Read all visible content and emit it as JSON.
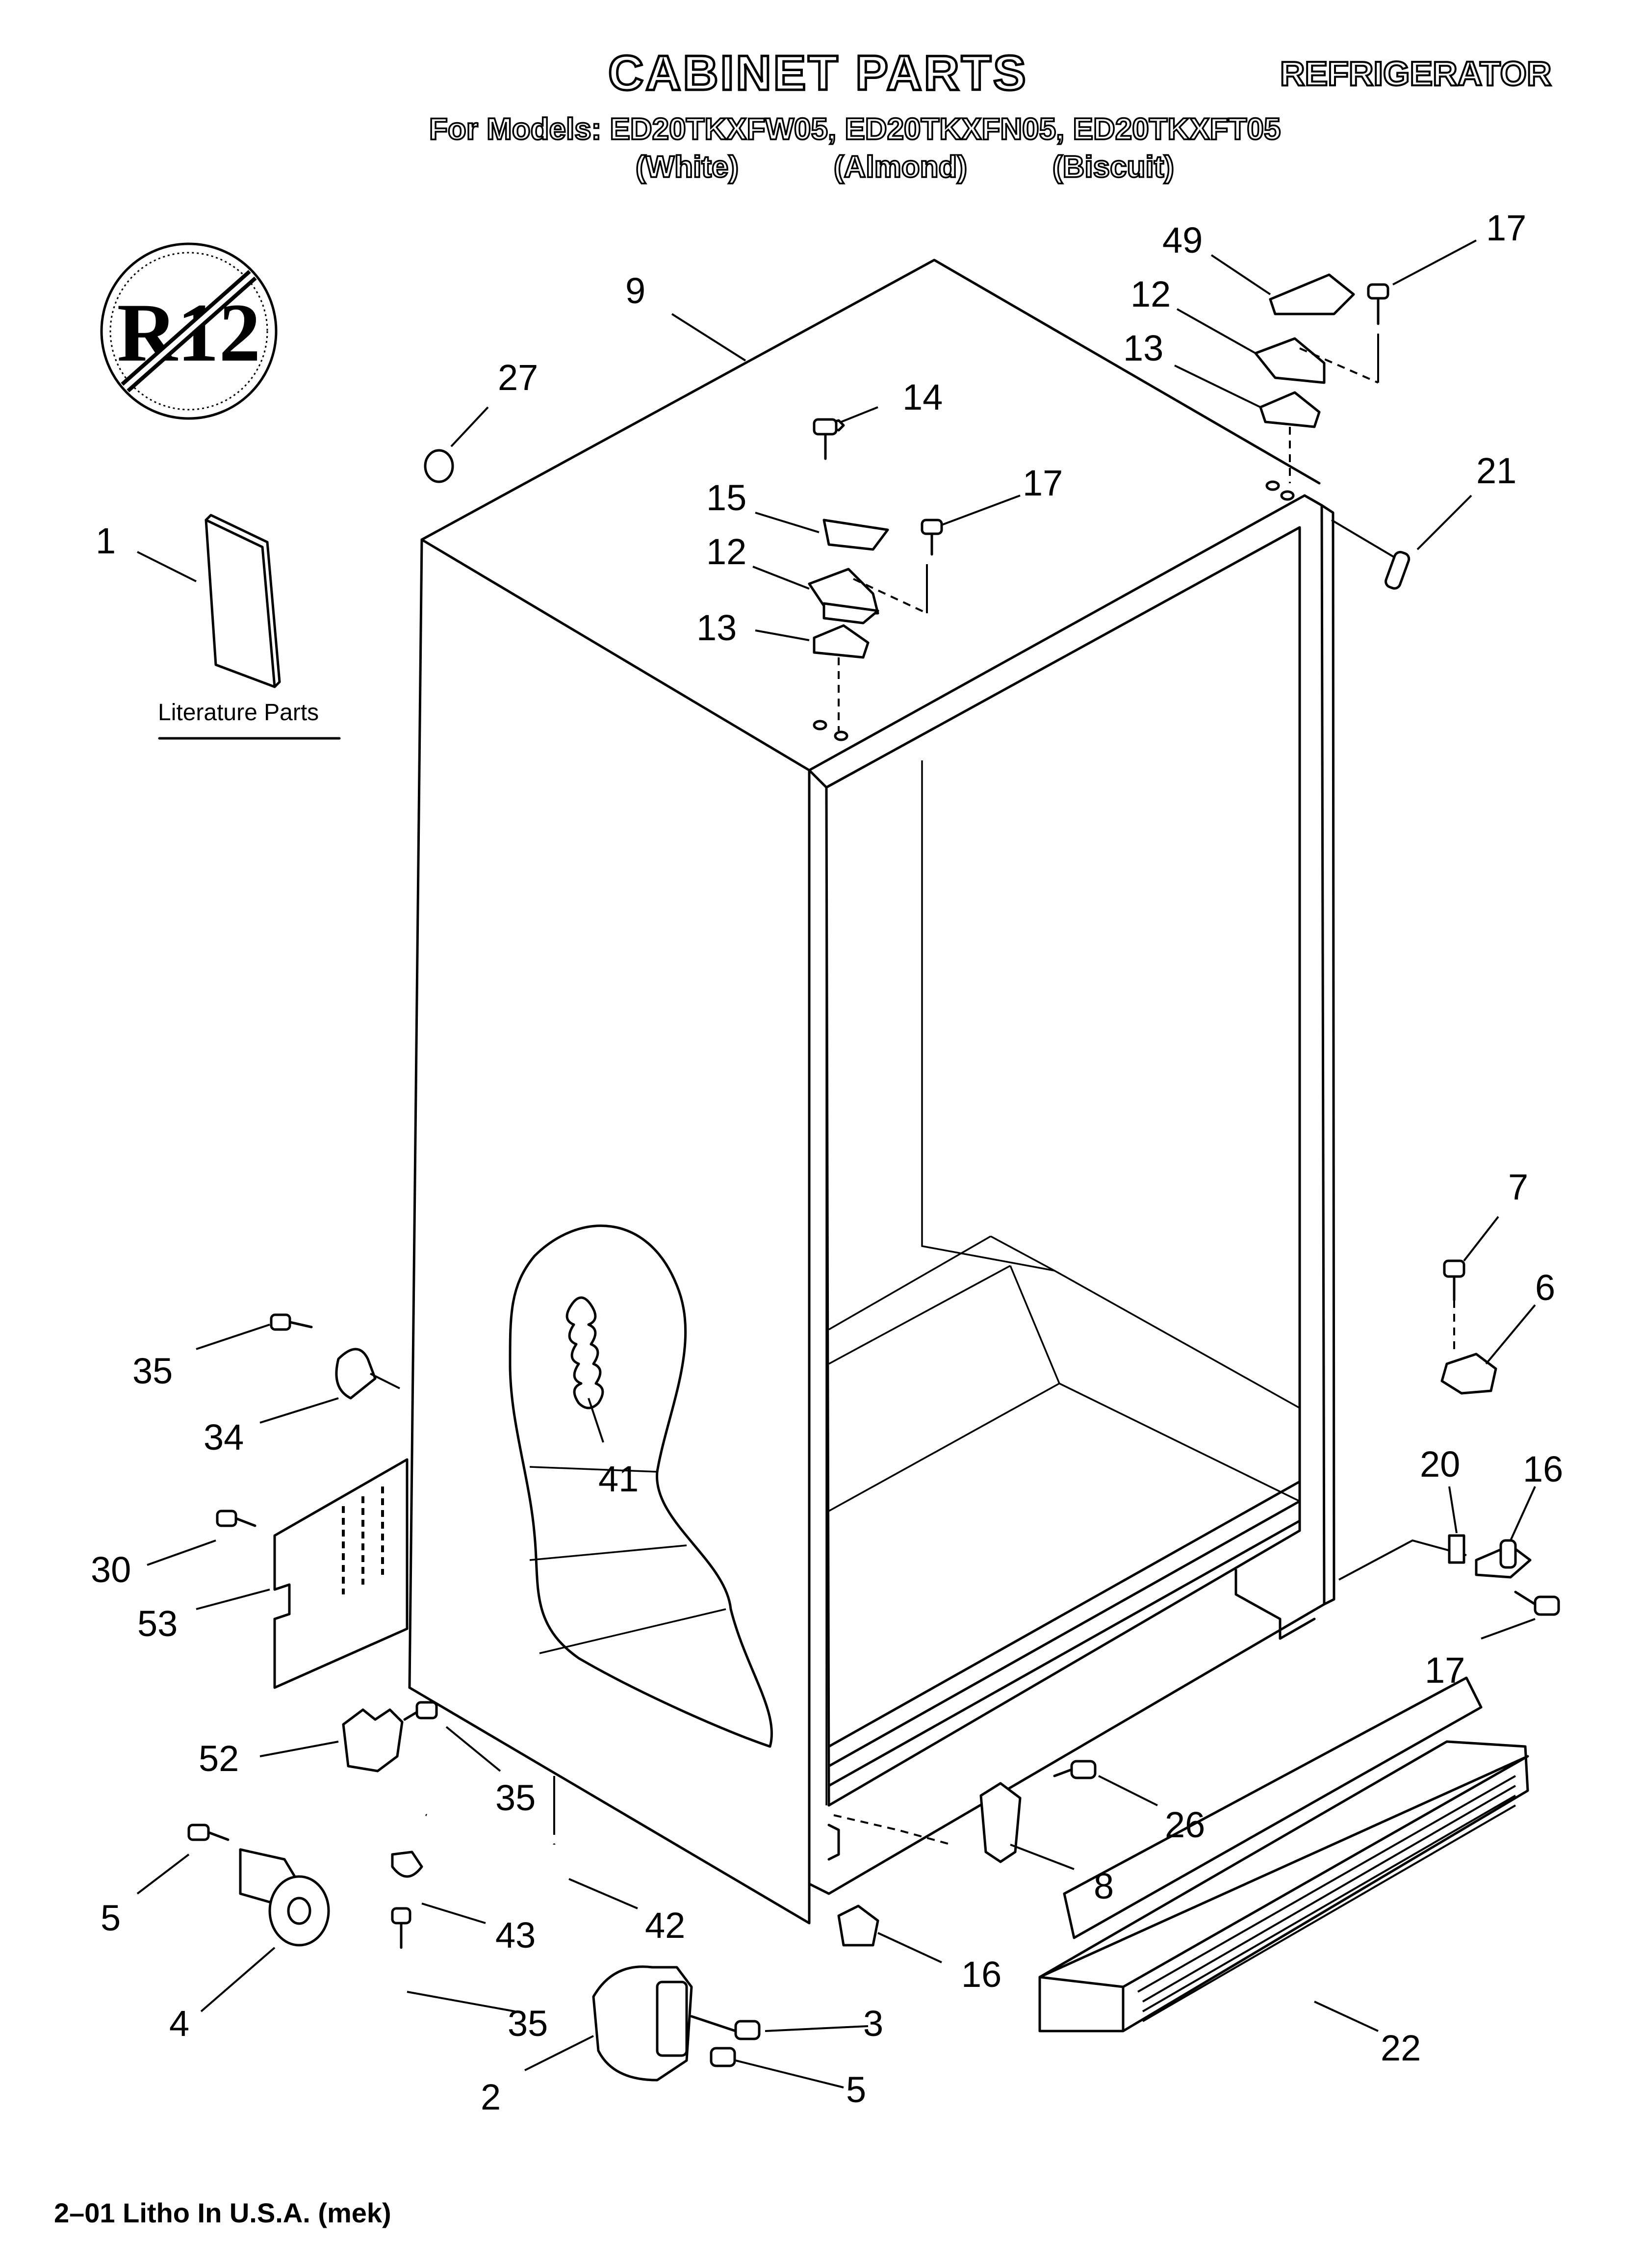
{
  "header": {
    "title": "CABINET PARTS",
    "product": "REFRIGERATOR",
    "models_line": "For Models: ED20TKXFW05, ED20TKXFN05, ED20TKXFT05",
    "colors": [
      "(White)",
      "(Almond)",
      "(Biscuit)"
    ]
  },
  "badge": {
    "text": "R12",
    "icon": "no-r12-prohibition-icon"
  },
  "literature_label": "Literature Parts",
  "footer": "2–01 Litho In U.S.A. (mek)",
  "callouts": [
    {
      "id": "c9",
      "text": "9"
    },
    {
      "id": "c27",
      "text": "27"
    },
    {
      "id": "c1",
      "text": "1"
    },
    {
      "id": "c14",
      "text": "14"
    },
    {
      "id": "c15",
      "text": "15"
    },
    {
      "id": "c17a",
      "text": "17"
    },
    {
      "id": "c12a",
      "text": "12"
    },
    {
      "id": "c13a",
      "text": "13"
    },
    {
      "id": "c49",
      "text": "49"
    },
    {
      "id": "c17b",
      "text": "17"
    },
    {
      "id": "c12b",
      "text": "12"
    },
    {
      "id": "c13b",
      "text": "13"
    },
    {
      "id": "c21",
      "text": "21"
    },
    {
      "id": "c7",
      "text": "7"
    },
    {
      "id": "c6",
      "text": "6"
    },
    {
      "id": "c20",
      "text": "20"
    },
    {
      "id": "c16a",
      "text": "16"
    },
    {
      "id": "c17c",
      "text": "17"
    },
    {
      "id": "c35a",
      "text": "35"
    },
    {
      "id": "c34",
      "text": "34"
    },
    {
      "id": "c41",
      "text": "41"
    },
    {
      "id": "c30",
      "text": "30"
    },
    {
      "id": "c53",
      "text": "53"
    },
    {
      "id": "c52",
      "text": "52"
    },
    {
      "id": "c35b",
      "text": "35"
    },
    {
      "id": "c26",
      "text": "26"
    },
    {
      "id": "c8",
      "text": "8"
    },
    {
      "id": "c5a",
      "text": "5"
    },
    {
      "id": "c42",
      "text": "42"
    },
    {
      "id": "c43",
      "text": "43"
    },
    {
      "id": "c16b",
      "text": "16"
    },
    {
      "id": "c22",
      "text": "22"
    },
    {
      "id": "c4",
      "text": "4"
    },
    {
      "id": "c35c",
      "text": "35"
    },
    {
      "id": "c3",
      "text": "3"
    },
    {
      "id": "c2",
      "text": "2"
    },
    {
      "id": "c5b",
      "text": "5"
    }
  ]
}
